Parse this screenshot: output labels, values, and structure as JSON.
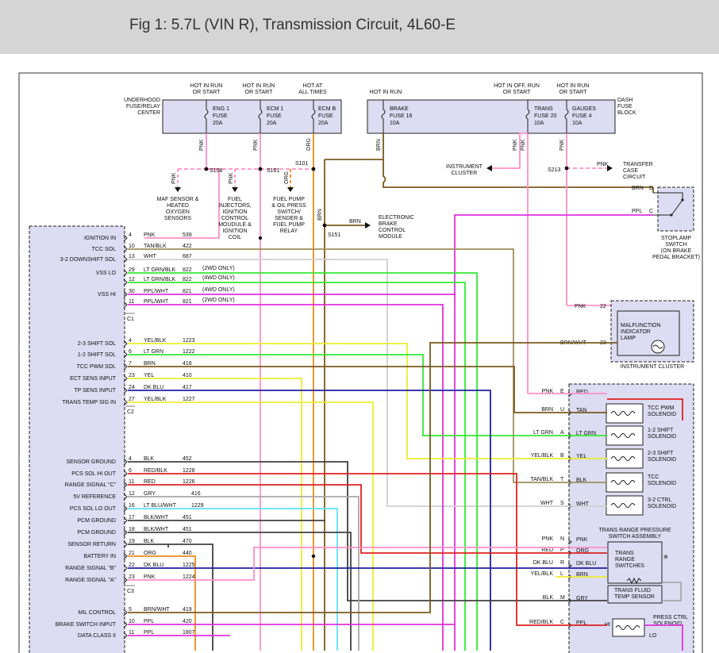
{
  "title": "Fig 1: 5.7L (VIN R), Transmission Circuit, 4L60-E",
  "colors": {
    "pink": "#ff8fc8",
    "tan": "#a08f5c",
    "white_wire": "#cfcfcf",
    "lt_grn": "#33e833",
    "ppl": "#e030e0",
    "yel": "#ecec30",
    "brn": "#7a5a1e",
    "dk_blu": "#1f1fa0",
    "red": "#e02020",
    "gry": "#a8a8a8",
    "blk": "#404040",
    "lt_blu": "#5fe0ff",
    "org": "#f08a1a",
    "box_fill": "#dcdcf2",
    "box_stroke": "#222222"
  },
  "fuse_block_left": {
    "label": [
      "UNDERHOOD",
      "FUSE/RELAY",
      "CENTER"
    ],
    "fuses": [
      {
        "hot": [
          "HOT IN RUN",
          "OR START"
        ],
        "name": [
          "ENG 1",
          "FUSE",
          "20A"
        ],
        "wire": "PNK"
      },
      {
        "hot": [
          "HOT IN RUN",
          "OR START"
        ],
        "name": [
          "ECM 1",
          "FUSE",
          "20A"
        ],
        "wire": "PNK"
      },
      {
        "hot": [
          "HOT AT",
          "ALL TIMES"
        ],
        "name": [
          "ECM B",
          "FUSE",
          "20A"
        ],
        "wire": "ORG"
      }
    ]
  },
  "fuse_block_right": {
    "label": [
      "DASH",
      "FUSE",
      "BLOCK"
    ],
    "fuses": [
      {
        "hot": [
          "HOT IN RUN"
        ],
        "name": [
          "BRAKE",
          "FUSE 16",
          "10A"
        ],
        "wire": "BRN"
      },
      {
        "hot": [
          "HOT IN OFF, RUN",
          "OR START"
        ],
        "name": [
          "TRANS",
          "FUSE 20",
          "10A"
        ],
        "wire": "PNK"
      },
      {
        "hot": [
          "HOT IN RUN",
          "OR START"
        ],
        "name": [
          "GAUGES",
          "FUSE 4",
          "10A"
        ],
        "wire": "PNK"
      }
    ]
  },
  "splices": {
    "s108": "S108",
    "s161": "S161",
    "s101": "S101",
    "s151": "S151",
    "s213": "S213"
  },
  "loads": {
    "maf": [
      "MAF SENSOR &",
      "HEATED",
      "OXYGEN",
      "SENSORS"
    ],
    "fuel_inj": [
      "FUEL",
      "INJECTORS,",
      "IGNITION",
      "CONTROL",
      "MOUDULE &",
      "IGNITION",
      "COIL"
    ],
    "fuel_pump": [
      "FUEL PUMP",
      "& OIL PRESS",
      "SWITCH/",
      "SENDER &",
      "FUEL PUMP",
      "RELAY"
    ],
    "ebcm": [
      "ELECTRONIC",
      "BRAKE",
      "CONTROL",
      "MODULE"
    ],
    "inst_cluster": [
      "INSTRUMENT",
      "CLUSTER"
    ],
    "transfer": [
      "TRANSFER",
      "CASE",
      "CIRCUIT"
    ]
  },
  "misc_wire_labels": {
    "pnk": "PNK",
    "org": "ORG",
    "brn": "BRN",
    "ppl": "PPL",
    "d": "D",
    "c": "C",
    "brn_wht": "BRN/WHT"
  },
  "stoplamp": [
    "STOPLAMP",
    "SWITCH",
    "(ON BRAKE",
    "PEDAL BRACKET)"
  ],
  "mil": {
    "box": [
      "MALFUNCTION",
      "INDICATOR",
      "LAMP"
    ],
    "caption": "INSTRUMENT CLUSTER",
    "pin_pnk": "22",
    "pin_brn": "23"
  },
  "pcm_pins": [
    {
      "label": "IGNITION IN",
      "pin": "4",
      "color": "PNK",
      "circuit": "539"
    },
    {
      "label": "TCC SOL",
      "pin": "10",
      "color": "TAN/BLK",
      "circuit": "422"
    },
    {
      "label": "3-2 DOWNSHIFT SOL",
      "pin": "13",
      "color": "WHT",
      "circuit": "687"
    },
    {
      "label": "VSS LO",
      "pin": "29",
      "color": "LT GRN/BLK",
      "circuit": "822",
      "note": "(2WD ONLY)"
    },
    {
      "label": "",
      "pin": "12",
      "color": "LT GRN/BLK",
      "circuit": "822",
      "note": "(4WD ONLY)"
    },
    {
      "label": "VSS HI",
      "pin": "30",
      "color": "PPL/WHT",
      "circuit": "821",
      "note": "(4WD ONLY)"
    },
    {
      "label": "",
      "pin": "11",
      "color": "PPL/WHT",
      "circuit": "821",
      "note": "(2WD ONLY)"
    },
    {
      "label": "2-3 SHIFT SOL",
      "pin": "4",
      "color": "YEL/BLK",
      "circuit": "1223"
    },
    {
      "label": "1-2 SHIFT SOL",
      "pin": "6",
      "color": "LT GRN",
      "circuit": "1222"
    },
    {
      "label": "TCC PWM SOL",
      "pin": "7",
      "color": "BRN",
      "circuit": "418"
    },
    {
      "label": "ECT SENS INPUT",
      "pin": "23",
      "color": "YEL",
      "circuit": "410"
    },
    {
      "label": "TP SENS INPUT",
      "pin": "24",
      "color": "DK BLU",
      "circuit": "417"
    },
    {
      "label": "TRANS TEMP SIG IN",
      "pin": "27",
      "color": "YEL/BLK",
      "circuit": "1227"
    },
    {
      "label": "SENSOR GROUND",
      "pin": "4",
      "color": "BLK",
      "circuit": "452"
    },
    {
      "label": "PCS SOL HI OUT",
      "pin": "6",
      "color": "RED/BLK",
      "circuit": "1228"
    },
    {
      "label": "RANGE SIGNAL \"C\"",
      "pin": "11",
      "color": "RED",
      "circuit": "1226"
    },
    {
      "label": "5V REFERENCE",
      "pin": "12",
      "color": "GRY",
      "circuit": "416"
    },
    {
      "label": "PCS SOL LO OUT",
      "pin": "16",
      "color": "LT BLU/WHT",
      "circuit": "1229"
    },
    {
      "label": "PCM GROUND",
      "pin": "17",
      "color": "BLK/WHT",
      "circuit": "451"
    },
    {
      "label": "PCM GROUND",
      "pin": "18",
      "color": "BLK/WHT",
      "circuit": "451"
    },
    {
      "label": "SENSOR RETURN",
      "pin": "19",
      "color": "BLK",
      "circuit": "470"
    },
    {
      "label": "BATTERY IN",
      "pin": "21",
      "color": "ORG",
      "circuit": "440"
    },
    {
      "label": "RANGE SIGNAL \"B\"",
      "pin": "22",
      "color": "DK BLU",
      "circuit": "1225"
    },
    {
      "label": "RANGE SIGNAL \"A\"",
      "pin": "23",
      "color": "PNK",
      "circuit": "1224"
    },
    {
      "label": "MIL CONTROL",
      "pin": "5",
      "color": "BRN/WHT",
      "circuit": "419"
    },
    {
      "label": "BRAKE SWITCH INPUT",
      "pin": "10",
      "color": "PPL",
      "circuit": "420"
    },
    {
      "label": "DATA CLASS II",
      "pin": "11",
      "color": "PPL",
      "circuit": "1807"
    }
  ],
  "connectors": [
    "C1",
    "C2",
    "C3"
  ],
  "trans_pins": [
    {
      "wire": "PNK",
      "pin": "E",
      "inner": "RED"
    },
    {
      "wire": "BRN",
      "pin": "U",
      "inner": "TAN"
    },
    {
      "wire": "LT GRN",
      "pin": "A",
      "inner": "LT GRN"
    },
    {
      "wire": "YEL/BLK",
      "pin": "B",
      "inner": "YEL"
    },
    {
      "wire": "TAN/BLK",
      "pin": "T",
      "inner": "BLK"
    },
    {
      "wire": "WHT",
      "pin": "S",
      "inner": "WHT"
    },
    {
      "wire": "PNK",
      "pin": "N",
      "inner": "PNK"
    },
    {
      "wire": "RED",
      "pin": "P",
      "inner": "ORG"
    },
    {
      "wire": "DK BLU",
      "pin": "R",
      "inner": "DK BLU"
    },
    {
      "wire": "YEL/BLK",
      "pin": "L",
      "inner": "BRN"
    },
    {
      "wire": "BLK",
      "pin": "M",
      "inner": "GRY"
    },
    {
      "wire": "RED/BLK",
      "pin": "C",
      "inner": "PPL"
    }
  ],
  "solenoids": [
    [
      "TCC PWM",
      "SOLENOID"
    ],
    [
      "1-2 SHIFT",
      "SOLENOID"
    ],
    [
      "2-3 SHIFT",
      "SOLENOID"
    ],
    [
      "TCC",
      "SOLENOID"
    ],
    [
      "3-2 CTRL",
      "SOLENOID"
    ]
  ],
  "trans_range": {
    "title": [
      "TRANS RANGE PRESSURE",
      "SWITCH ASSEMBLY"
    ],
    "switches": [
      "TRANS",
      "RANGE",
      "SWITCHES"
    ],
    "temp": [
      "TRANS FLUID",
      "TEMP SENSOR"
    ]
  },
  "press_ctrl": {
    "label": [
      "PRESS CTRL",
      "SOLENOID"
    ],
    "hi": "HI",
    "lo": "LO"
  }
}
